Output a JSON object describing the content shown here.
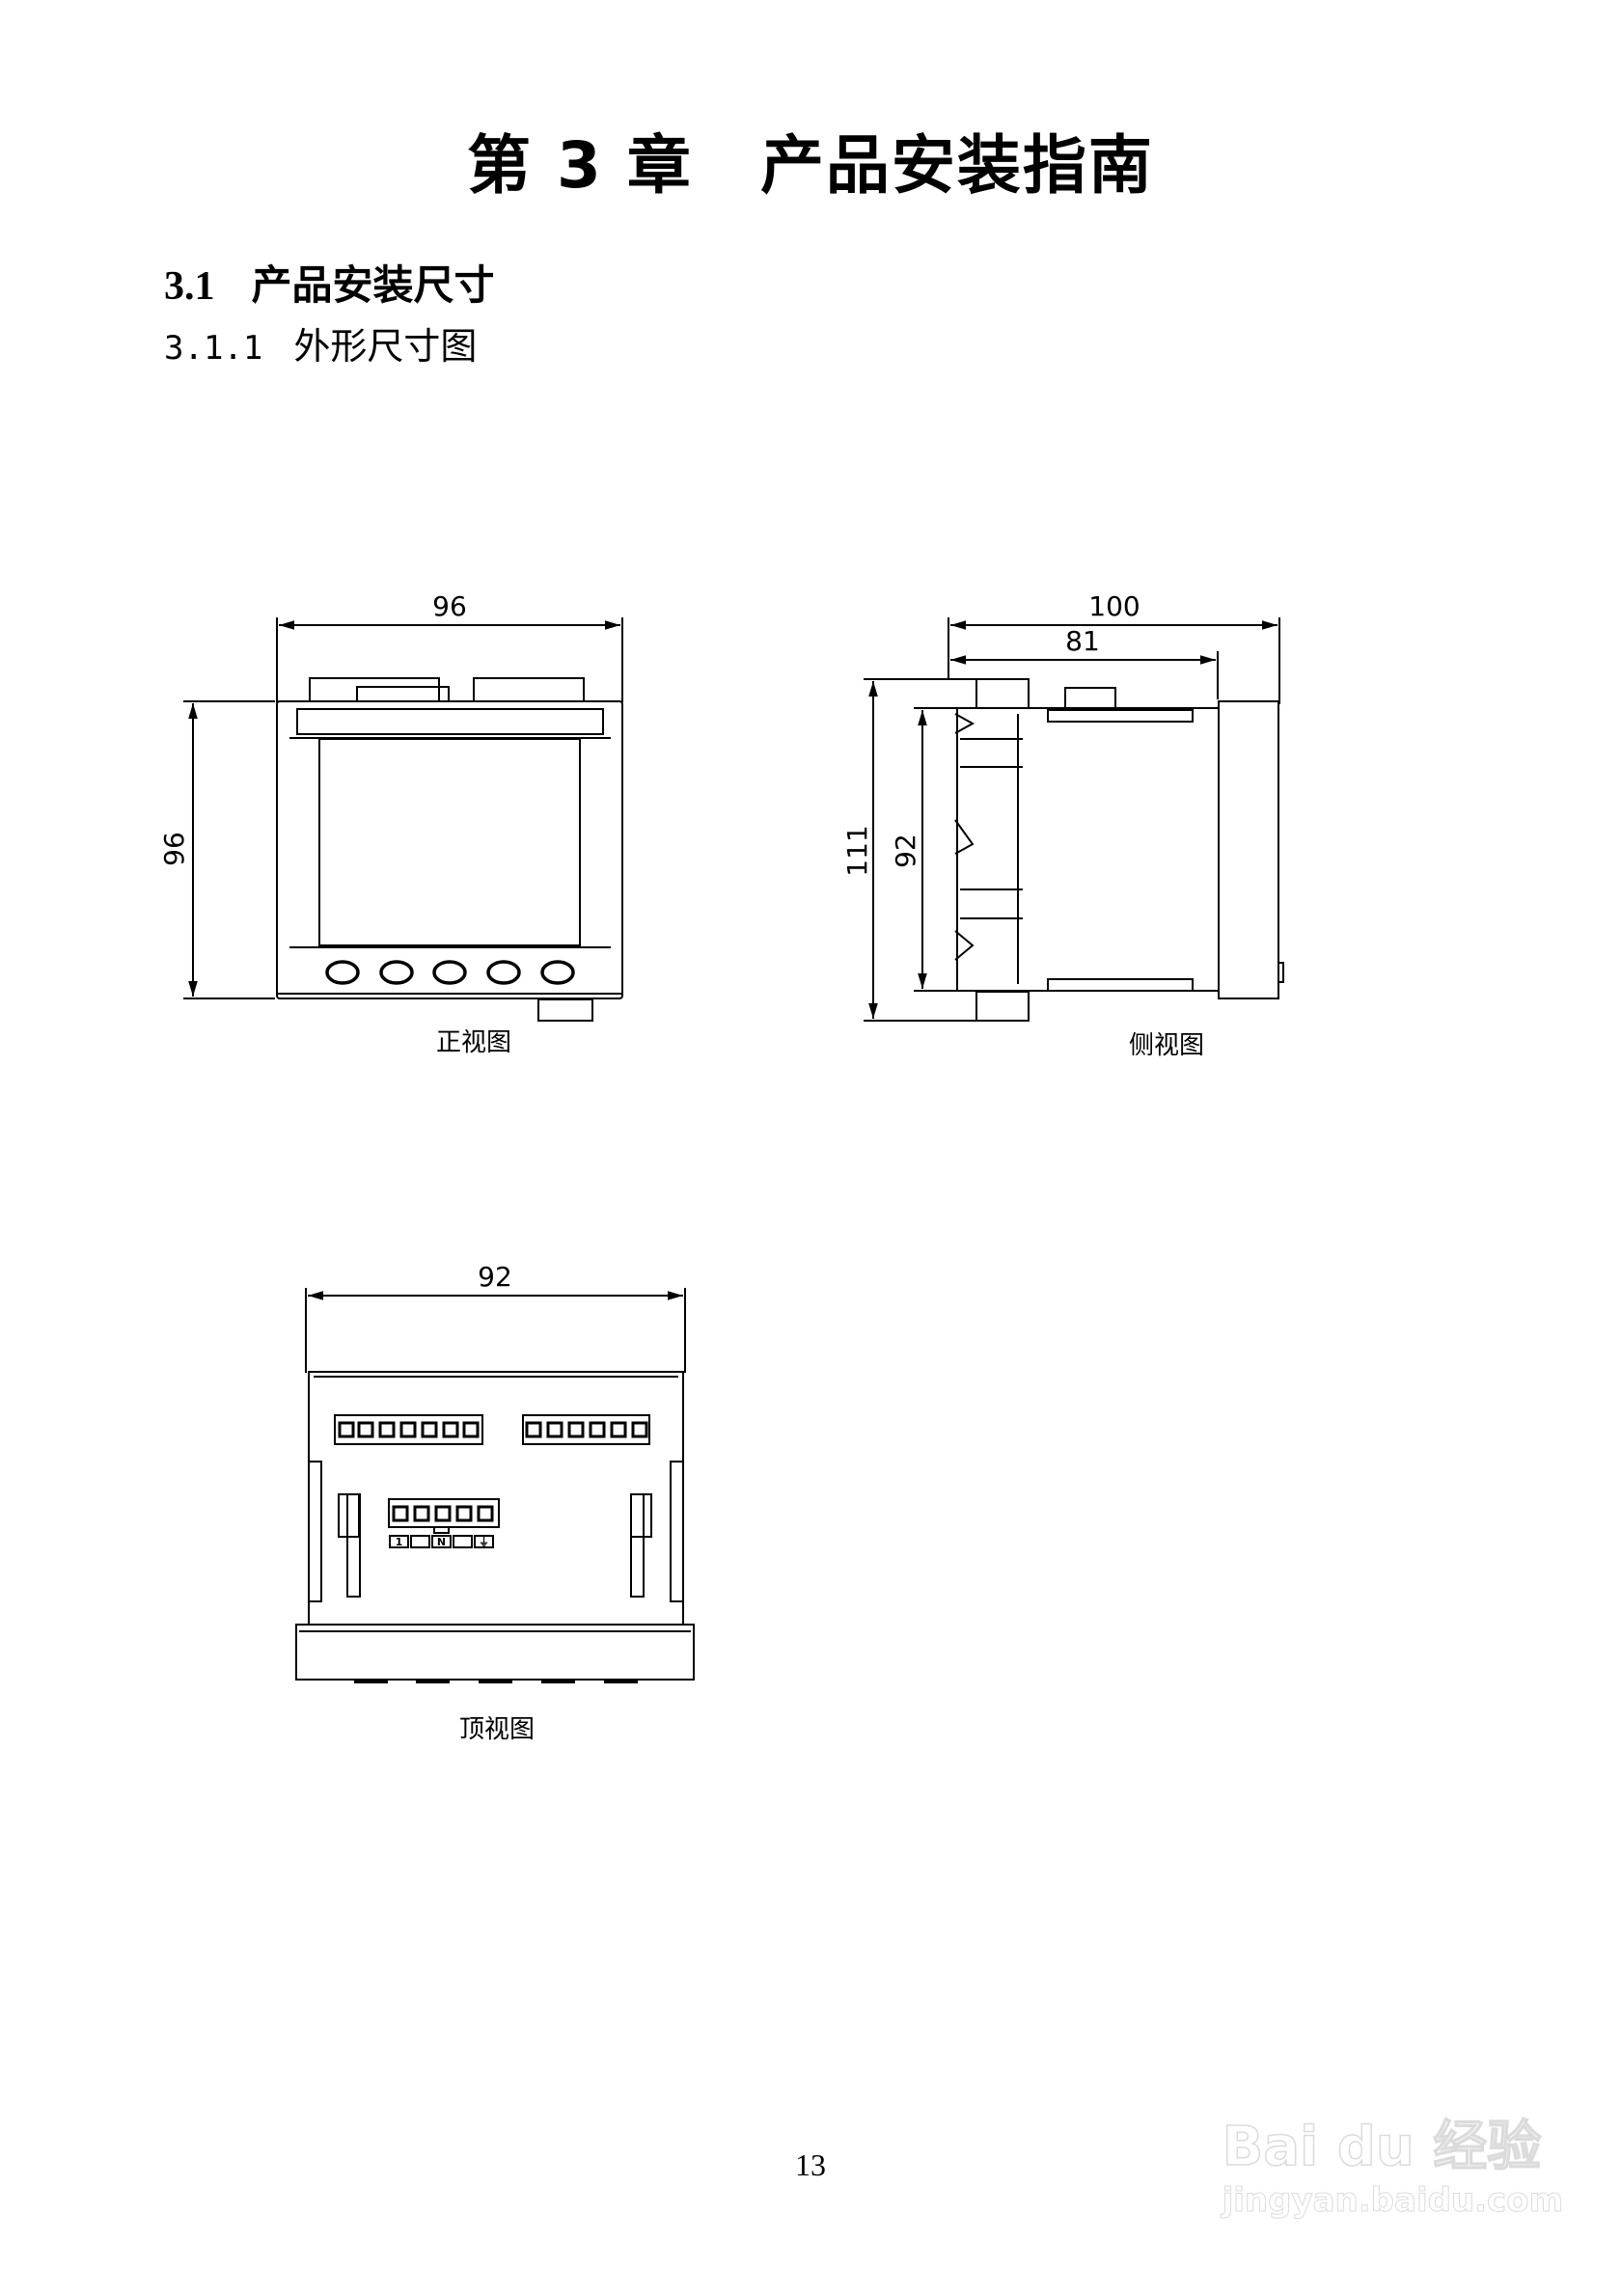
{
  "chapter": {
    "number_label": "第 3 章",
    "title": "产品安装指南"
  },
  "section": {
    "number": "3.1",
    "title": "产品安装尺寸"
  },
  "subsection": {
    "number": "3.1.1",
    "title": "外形尺寸图"
  },
  "figures": {
    "front_view": {
      "caption": "正视图",
      "width_dim": "96",
      "height_dim": "96",
      "buttons": 5
    },
    "side_view": {
      "caption": "侧视图",
      "total_depth_dim": "100",
      "body_depth_dim": "81",
      "overall_height_dim": "111",
      "body_height_dim": "92"
    },
    "top_view": {
      "caption": "顶视图",
      "width_dim": "92",
      "terminal_labels": [
        "1",
        "",
        "N",
        "",
        "⏚"
      ]
    }
  },
  "page_number": "13",
  "watermark": {
    "brand": "Bai du 经验",
    "url": "jingyan.baidu.com"
  }
}
